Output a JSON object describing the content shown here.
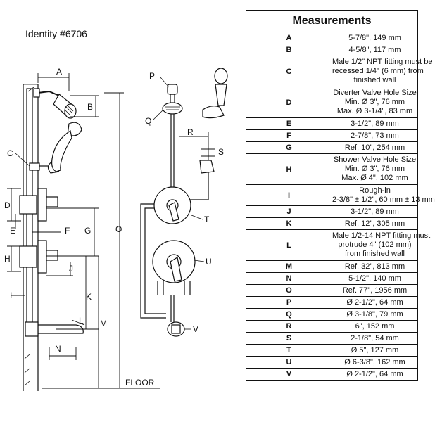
{
  "product_id": "Identity #6706",
  "table": {
    "header": "Measurements",
    "rows": [
      {
        "key": "A",
        "lines": [
          "5-7/8\", 149 mm"
        ]
      },
      {
        "key": "B",
        "lines": [
          "4-5/8\", 117 mm"
        ]
      },
      {
        "key": "C",
        "lines": [
          "Male 1/2\" NPT fitting must be",
          "recessed 1/4\" (6 mm) from",
          "finished wall"
        ]
      },
      {
        "key": "D",
        "lines": [
          "Diverter Valve Hole Size",
          "Min. Ø 3\", 76 mm",
          "Max. Ø 3-1/4\", 83 mm"
        ]
      },
      {
        "key": "E",
        "lines": [
          "3-1/2\", 89 mm"
        ]
      },
      {
        "key": "F",
        "lines": [
          "2-7/8\", 73 mm"
        ]
      },
      {
        "key": "G",
        "lines": [
          "Ref. 10\", 254 mm"
        ]
      },
      {
        "key": "H",
        "lines": [
          "Shower Valve Hole Size",
          "Min. Ø 3\", 76 mm",
          "Max. Ø 4\", 102 mm"
        ]
      },
      {
        "key": "I",
        "lines": [
          "Rough-in",
          "2-3/8\" ± 1/2\", 60 mm ± 13 mm"
        ]
      },
      {
        "key": "J",
        "lines": [
          "3-1/2\", 89 mm"
        ]
      },
      {
        "key": "K",
        "lines": [
          "Ref. 12\", 305 mm"
        ]
      },
      {
        "key": "L",
        "lines": [
          "Male 1/2-14 NPT fitting must",
          "protrude 4\" (102 mm)",
          "from finished wall"
        ]
      },
      {
        "key": "M",
        "lines": [
          "Ref. 32\", 813 mm"
        ]
      },
      {
        "key": "N",
        "lines": [
          "5-1/2\", 140 mm"
        ]
      },
      {
        "key": "O",
        "lines": [
          "Ref. 77\", 1956 mm"
        ]
      },
      {
        "key": "P",
        "lines": [
          "Ø 2-1/2\", 64 mm"
        ]
      },
      {
        "key": "Q",
        "lines": [
          "Ø 3-1/8\", 79 mm"
        ]
      },
      {
        "key": "R",
        "lines": [
          "6\", 152 mm"
        ]
      },
      {
        "key": "S",
        "lines": [
          "2-1/8\", 54 mm"
        ]
      },
      {
        "key": "T",
        "lines": [
          "Ø 5\", 127 mm"
        ]
      },
      {
        "key": "U",
        "lines": [
          "Ø 6-3/8\", 162 mm"
        ]
      },
      {
        "key": "V",
        "lines": [
          "Ø 2-1/2\", 64 mm"
        ]
      }
    ]
  },
  "diagram": {
    "floor_label": "FLOOR",
    "labels": {
      "A": "A",
      "B": "B",
      "C": "C",
      "D": "D",
      "E": "E",
      "F": "F",
      "G": "G",
      "H": "H",
      "I": "I",
      "J": "J",
      "K": "K",
      "L": "L",
      "M": "M",
      "N": "N",
      "O": "O",
      "P": "P",
      "Q": "Q",
      "R": "R",
      "S": "S",
      "T": "T",
      "U": "U",
      "V": "V"
    }
  }
}
